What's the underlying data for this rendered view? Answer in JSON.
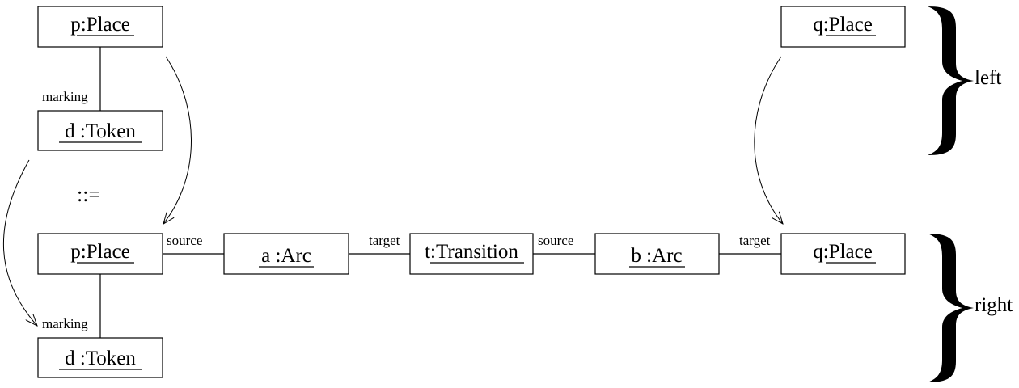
{
  "left_side": {
    "nodes": {
      "p_place": {
        "prefix": "p:",
        "name": "Place"
      },
      "d_token": {
        "prefix": "d :",
        "name": "Token"
      },
      "q_place": {
        "prefix": "q:",
        "name": "Place"
      }
    },
    "links": {
      "marking": "marking"
    }
  },
  "operator": "::=",
  "right_side": {
    "nodes": {
      "p_place": {
        "prefix": "p:",
        "name": "Place"
      },
      "d_token": {
        "prefix": "d :",
        "name": "Token"
      },
      "a_arc": {
        "text": "a :Arc"
      },
      "t_transition": {
        "prefix": "t:",
        "name": "Transition"
      },
      "b_arc": {
        "text": "b :Arc"
      },
      "q_place": {
        "prefix": "q:",
        "name": "Place"
      }
    },
    "links": {
      "source_p_a": "source",
      "target_a_t": "target",
      "source_t_b": "source",
      "target_b_q": "target",
      "marking": "marking"
    }
  },
  "sides": {
    "left": "left",
    "right": "right"
  }
}
